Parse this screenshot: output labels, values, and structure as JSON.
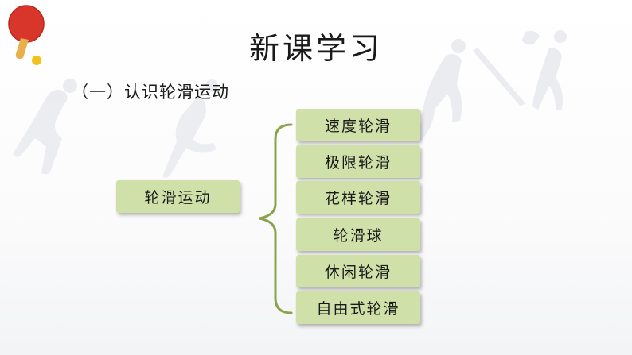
{
  "colors": {
    "box_fill": "#cfe0a8",
    "bracket": "#8aa34a",
    "paddle_red": "#d9362b",
    "paddle_handle": "#e8b04a",
    "ball": "#f2c21b"
  },
  "logo": {
    "icon": "ping-pong-paddle-icon"
  },
  "title": "新课学习",
  "subtitle": "（一）认识轮滑运动",
  "diagram": {
    "root": "轮滑运动",
    "items": [
      {
        "label": "速度轮滑"
      },
      {
        "label": "极限轮滑"
      },
      {
        "label": "花样轮滑"
      },
      {
        "label": "轮滑球"
      },
      {
        "label": "休闲轮滑"
      },
      {
        "label": "自由式轮滑"
      }
    ]
  }
}
